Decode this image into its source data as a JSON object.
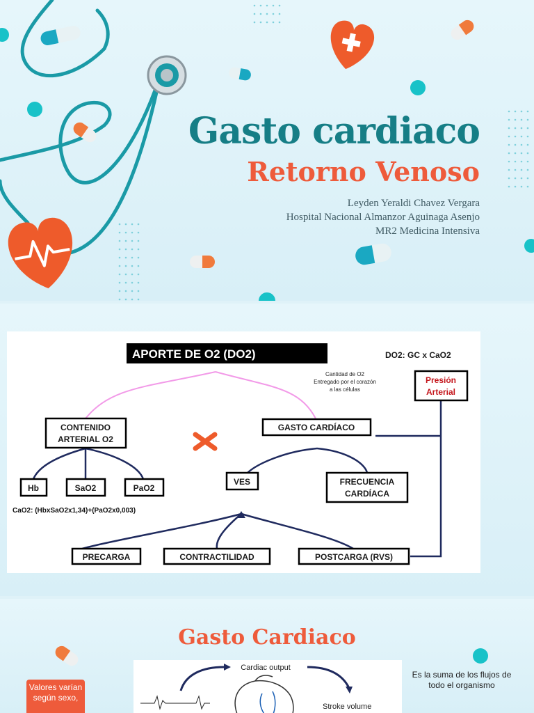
{
  "slide1": {
    "title": "Gasto cardiaco",
    "subtitle": "Retorno Venoso",
    "author": "Leyden Yeraldi Chavez Vergara",
    "hospital": "Hospital Nacional Almanzor Aguinaga Asenjo",
    "role": "MR2 Medicina Intensiva"
  },
  "slide2": {
    "aporte": "APORTE DE O2 (DO2)",
    "do2_formula": "DO2: GC x CaO2",
    "cantidad": [
      "Cantidad de O2",
      "Entregado por el corazón",
      "a las células"
    ],
    "presion": [
      "Presión",
      "Arterial"
    ],
    "contenido": [
      "CONTENIDO",
      "ARTERIAL O2"
    ],
    "gasto": "GASTO CARDÍACO",
    "hb": "Hb",
    "sao2": "SaO2",
    "pao2": "PaO2",
    "cao2_formula": "CaO2: (HbxSaO2x1,34)+(PaO2x0,003)",
    "ves": "VES",
    "frecuencia": [
      "FRECUENCIA",
      "CARDÍACA"
    ],
    "precarga": "PRECARGA",
    "contractilidad": "CONTRACTILIDAD",
    "postcarga": "POSTCARGA (RVS)"
  },
  "slide3": {
    "title": "Gasto Cardiaco",
    "badge": "Valores varían según sexo,",
    "note": "Es la suma de los flujos de todo el organismo",
    "cardiac_output": "Cardiac output",
    "stroke_volume": "Stroke volume"
  },
  "colors": {
    "teal": "#167e86",
    "coral": "#ee5b3b",
    "accent_pink": "#f29ae8",
    "navy_line": "#1f2a5e",
    "dark_red": "#c4161c"
  },
  "icons": [
    "stethoscope-icon",
    "heart-cross-icon",
    "heart-pulse-icon",
    "pill-icon",
    "cross-mark-icon"
  ]
}
